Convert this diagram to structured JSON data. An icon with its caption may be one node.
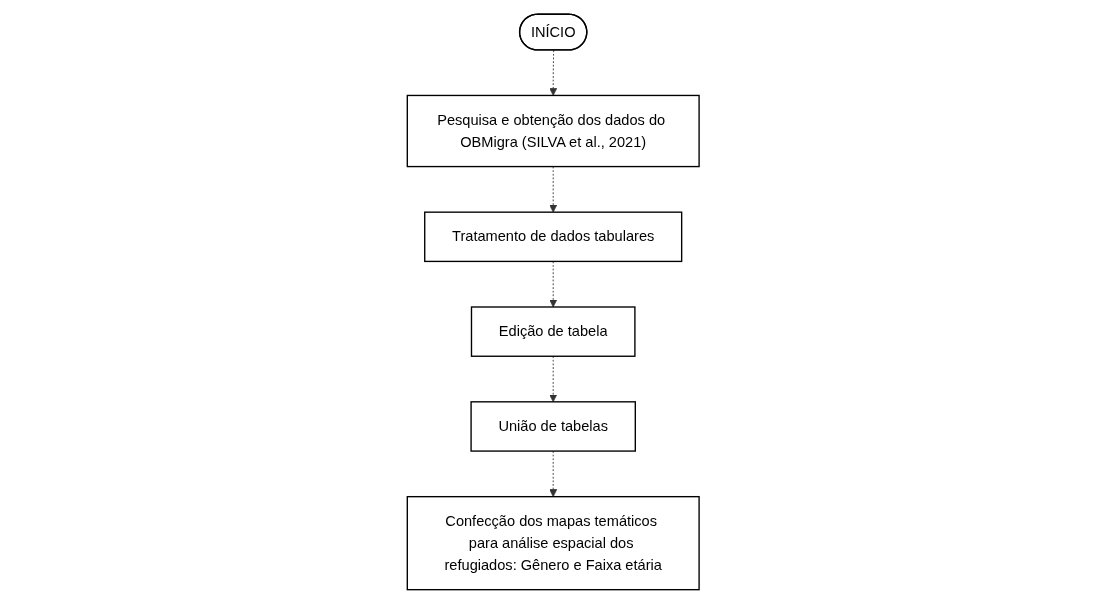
{
  "diagram": {
    "nodes": [
      {
        "text": [
          "INÍCIO"
        ]
      },
      {
        "text": [
          "Pesquisa e obtenção dos dados do OBMigra (SILVA et al., 2021)"
        ]
      },
      {
        "text": [
          "Tratamento de dados tabulares"
        ]
      },
      {
        "text": [
          "Edição de tabela"
        ]
      },
      {
        "text": [
          "União de tabelas"
        ]
      },
      {
        "text": [
          "Confecção dos mapas temáticos para análise espacial dos refugiados: Gênero e Faixa etária"
        ]
      }
    ],
    "edges": [
      {
        "from": 0,
        "to": 1,
        "arrow": "to",
        "style": "dashed"
      },
      {
        "from": 1,
        "to": 2,
        "arrow": "to",
        "style": "dashed"
      },
      {
        "from": 2,
        "to": 3,
        "arrow": "to",
        "style": "dashed"
      },
      {
        "from": 3,
        "to": 4,
        "arrow": "to",
        "style": "dashed"
      },
      {
        "from": 4,
        "to": 5,
        "arrow": "to",
        "style": "dashed"
      }
    ]
  }
}
